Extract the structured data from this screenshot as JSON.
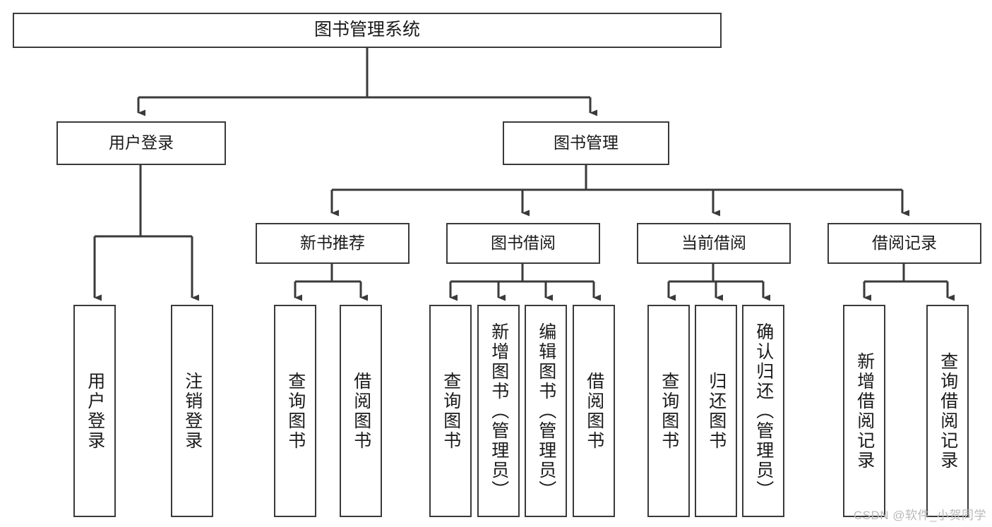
{
  "diagram": {
    "title": "图书管理系统",
    "type": "tree-hierarchy-chart",
    "watermark": "CSDN @软件_小贺同学",
    "colors": {
      "box_border": "#3a3a3a",
      "box_fill": "#ffffff",
      "connector": "#3a3a3a",
      "text": "#1a1a1a",
      "watermark": "#b9b9b9",
      "page_background": "#ffffff"
    },
    "root": {
      "id": "root",
      "label": "图书管理系统"
    },
    "level2": [
      {
        "id": "n-user-login",
        "label": "用户登录"
      },
      {
        "id": "n-book-manage",
        "label": "图书管理"
      }
    ],
    "level3": [
      {
        "id": "n-new-book-rec",
        "label": "新书推荐",
        "parent": "n-book-manage"
      },
      {
        "id": "n-book-borrow",
        "label": "图书借阅",
        "parent": "n-book-manage"
      },
      {
        "id": "n-current-borrow",
        "label": "当前借阅",
        "parent": "n-book-manage"
      },
      {
        "id": "n-borrow-record",
        "label": "借阅记录",
        "parent": "n-book-manage"
      }
    ],
    "leaves": [
      {
        "id": "leaf-user-login",
        "label": "用户登录",
        "parent": "n-user-login"
      },
      {
        "id": "leaf-logout",
        "label": "注销登录",
        "parent": "n-user-login"
      },
      {
        "id": "leaf-query-book-1",
        "label": "查询图书",
        "parent": "n-new-book-rec"
      },
      {
        "id": "leaf-borrow-book-1",
        "label": "借阅图书",
        "parent": "n-new-book-rec"
      },
      {
        "id": "leaf-query-book-2",
        "label": "查询图书",
        "parent": "n-book-borrow"
      },
      {
        "id": "leaf-add-book",
        "label": "新增图书（管理员）",
        "parent": "n-book-borrow"
      },
      {
        "id": "leaf-edit-book",
        "label": "编辑图书（管理员）",
        "parent": "n-book-borrow"
      },
      {
        "id": "leaf-borrow-book-2",
        "label": "借阅图书",
        "parent": "n-book-borrow"
      },
      {
        "id": "leaf-query-book-3",
        "label": "查询图书",
        "parent": "n-current-borrow"
      },
      {
        "id": "leaf-return-book",
        "label": "归还图书",
        "parent": "n-current-borrow"
      },
      {
        "id": "leaf-confirm-return",
        "label": "确认归还（管理员）",
        "parent": "n-current-borrow"
      },
      {
        "id": "leaf-add-record",
        "label": "新增借阅记录",
        "parent": "n-borrow-record"
      },
      {
        "id": "leaf-query-record",
        "label": "查询借阅记录",
        "parent": "n-borrow-record"
      }
    ]
  }
}
